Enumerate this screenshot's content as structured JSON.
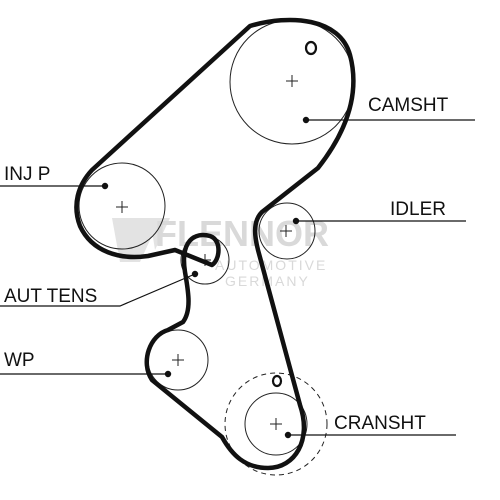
{
  "labels": {
    "camsht": "CAMSHT",
    "inj_p": "INJ P",
    "idler": "IDLER",
    "aut_tens": "AUT TENS",
    "wp": "WP",
    "cransht": "CRANSHT"
  },
  "watermark": {
    "brand": "FLENNOR",
    "line1": "AUTOMOTIVE",
    "line2": "GERMANY"
  },
  "colors": {
    "line": "#111111",
    "watermark": "#d9d9d9"
  }
}
